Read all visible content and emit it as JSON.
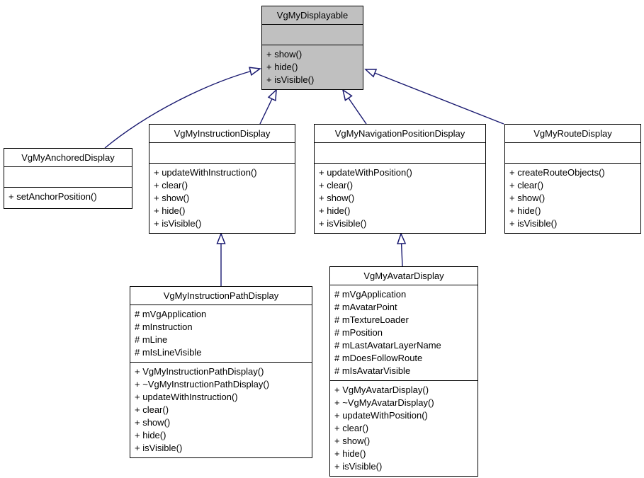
{
  "colors": {
    "inheritance_arrow": "#191970",
    "highlight_fill": "#c0c0c0",
    "box_fill": "#ffffff",
    "border": "#000000"
  },
  "classes": [
    {
      "name": "VgMyDisplayable",
      "attributes": [],
      "methods": [
        "+ show()",
        "+ hide()",
        "+ isVisible()"
      ]
    },
    {
      "name": "VgMyAnchoredDisplay",
      "attributes": [],
      "methods": [
        "+ setAnchorPosition()"
      ]
    },
    {
      "name": "VgMyInstructionDisplay",
      "attributes": [],
      "methods": [
        "+ updateWithInstruction()",
        "+ clear()",
        "+ show()",
        "+ hide()",
        "+ isVisible()"
      ]
    },
    {
      "name": "VgMyNavigationPositionDisplay",
      "attributes": [],
      "methods": [
        "+ updateWithPosition()",
        "+ clear()",
        "+ show()",
        "+ hide()",
        "+ isVisible()"
      ]
    },
    {
      "name": "VgMyRouteDisplay",
      "attributes": [],
      "methods": [
        "+ createRouteObjects()",
        "+ clear()",
        "+ show()",
        "+ hide()",
        "+ isVisible()"
      ]
    },
    {
      "name": "VgMyInstructionPathDisplay",
      "attributes": [
        "# mVgApplication",
        "# mInstruction",
        "# mLine",
        "# mIsLineVisible"
      ],
      "methods": [
        "+ VgMyInstructionPathDisplay()",
        "+ ~VgMyInstructionPathDisplay()",
        "+ updateWithInstruction()",
        "+ clear()",
        "+ show()",
        "+ hide()",
        "+ isVisible()"
      ]
    },
    {
      "name": "VgMyAvatarDisplay",
      "attributes": [
        "# mVgApplication",
        "# mAvatarPoint",
        "# mTextureLoader",
        "# mPosition",
        "# mLastAvatarLayerName",
        "# mDoesFollowRoute",
        "# mIsAvatarVisible"
      ],
      "methods": [
        "+ VgMyAvatarDisplay()",
        "+ ~VgMyAvatarDisplay()",
        "+ updateWithPosition()",
        "+ clear()",
        "+ show()",
        "+ hide()",
        "+ isVisible()"
      ]
    }
  ],
  "inheritance": [
    {
      "child": "VgMyAnchoredDisplay",
      "parent": "VgMyDisplayable"
    },
    {
      "child": "VgMyInstructionDisplay",
      "parent": "VgMyDisplayable"
    },
    {
      "child": "VgMyNavigationPositionDisplay",
      "parent": "VgMyDisplayable"
    },
    {
      "child": "VgMyRouteDisplay",
      "parent": "VgMyDisplayable"
    },
    {
      "child": "VgMyInstructionPathDisplay",
      "parent": "VgMyInstructionDisplay"
    },
    {
      "child": "VgMyAvatarDisplay",
      "parent": "VgMyNavigationPositionDisplay"
    }
  ]
}
